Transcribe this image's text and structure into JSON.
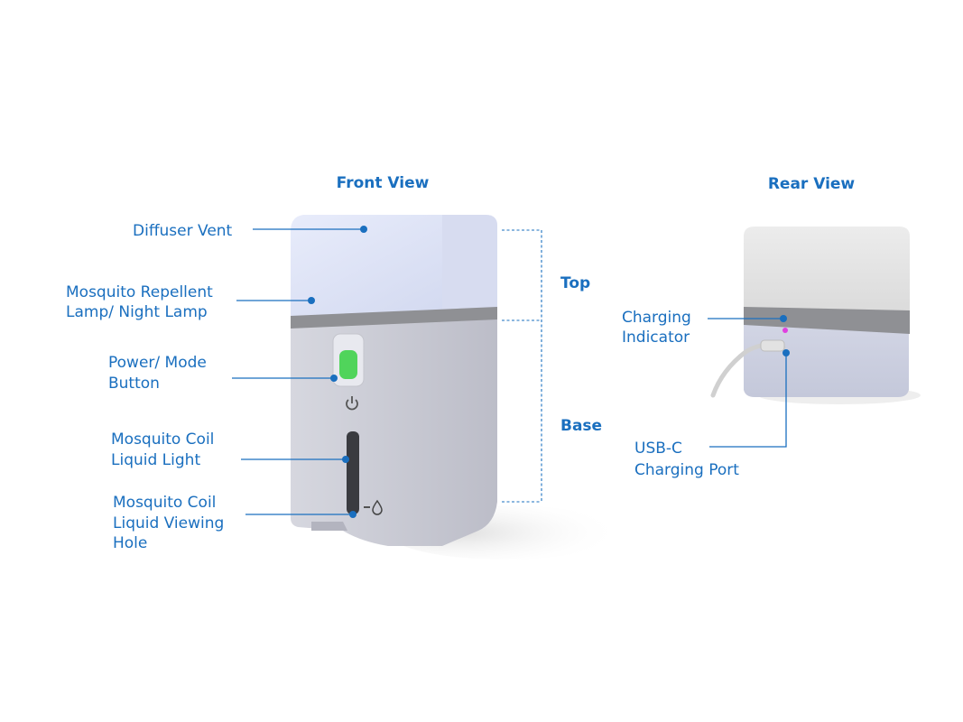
{
  "front_view": {
    "heading": "Front View",
    "labels": {
      "diffuser_vent": "Diffuser Vent",
      "lamp_line1": "Mosquito Repellent",
      "lamp_line2": "Lamp/ Night Lamp",
      "power_line1": "Power/ Mode",
      "power_line2": "Button",
      "liquid_light_line1": "Mosquito Coil",
      "liquid_light_line2": "Liquid Light",
      "viewing_hole_line1": "Mosquito Coil",
      "viewing_hole_line2": "Liquid Viewing",
      "viewing_hole_line3": "Hole"
    },
    "sections": {
      "top": "Top",
      "base": "Base"
    }
  },
  "rear_view": {
    "heading": "Rear View",
    "labels": {
      "charging_indicator_line1": "Charging",
      "charging_indicator_line2": "Indicator",
      "usb_line1": "USB-C",
      "usb_line2": "Charging Port"
    }
  },
  "colors": {
    "label_blue": "#1a6fbf",
    "lamp_top": "#dde3f5",
    "base_grey": "#c9cad4",
    "band_grey": "#8f9094",
    "power_led": "#3fd24a",
    "charge_led": "#e040e0"
  },
  "icons": [
    "power-icon",
    "droplet-icon"
  ]
}
